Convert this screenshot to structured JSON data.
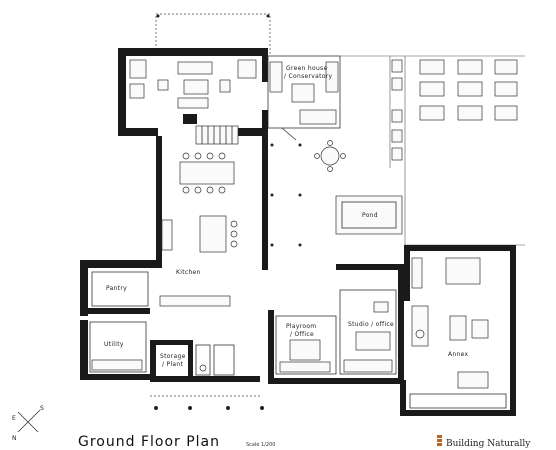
{
  "drawing": {
    "title": "Ground Floor Plan",
    "scale": "Scale 1/200",
    "brand": "Building Naturally"
  },
  "rooms": {
    "green_house": "Green house",
    "conservatory": "/ Conservatory",
    "kitchen": "Kitchen",
    "pantry": "Pantry",
    "utility": "Utility",
    "storage_1": "Storage",
    "storage_2": "/ Plant",
    "playroom_1": "Playroom",
    "playroom_2": "/ Office",
    "studio": "Studio / office",
    "annex": "Annex",
    "pond": "Pond"
  },
  "compass": {
    "n": "N",
    "e": "E",
    "s": "S"
  },
  "colors": {
    "wall": "#1a1a1a",
    "paper": "#ffffff",
    "brand_accent": "#b5642a"
  }
}
